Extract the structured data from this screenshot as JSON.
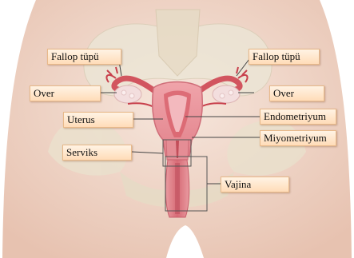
{
  "labels": {
    "fallopian_tube_left": "Fallop tüpü",
    "fallopian_tube_right": "Fallop tüpü",
    "ovary_left": "Over",
    "ovary_right": "Over",
    "uterus": "Uterus",
    "endometrium": "Endometriyum",
    "myometrium": "Miyometriyum",
    "cervix": "Serviks",
    "vagina": "Vajina"
  },
  "colors": {
    "label_fill_top": "#fff3e4",
    "label_fill_bottom": "#ffdcb8",
    "label_border": "#e8b98a",
    "skin": "#f1d7c9",
    "bone": "#ece6d6",
    "uterus_muscle": "#e58d95",
    "endometrium": "#d9646f",
    "vessel": "#c8404c"
  }
}
